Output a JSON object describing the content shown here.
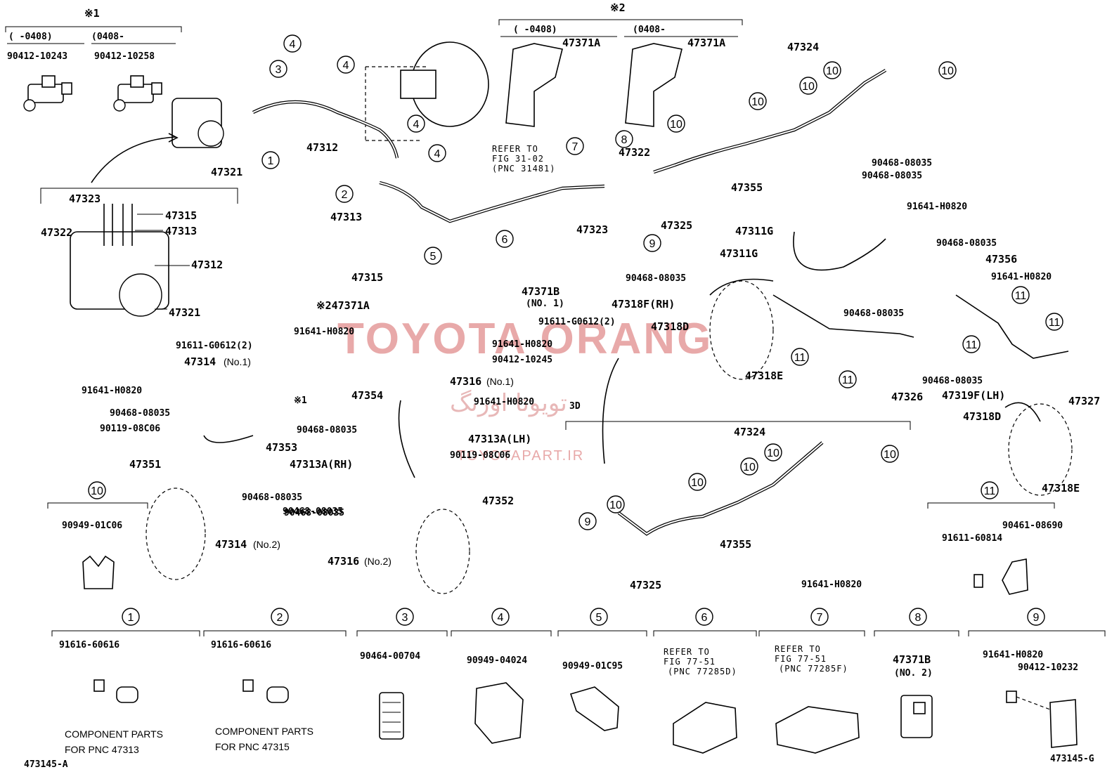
{
  "header": {
    "note1": "※1",
    "note1_range_a": "( -0408)",
    "note1_range_b": "(0408-",
    "note1_part_a": "90412-10243",
    "note1_part_b": "90412-10258",
    "note2": "※2",
    "note2_range_a": "( -0408)",
    "note2_range_b": "(0408-",
    "note2_part_a": "47371A",
    "note2_part_b": "47371A"
  },
  "watermark": {
    "brand": "TOYOTA ORANG",
    "site": "TOYOTAPART.IR",
    "persian": "تویوتا اورنگ"
  },
  "labels": {
    "p47323": "47323",
    "p47322": "47322",
    "p47315": "47315",
    "p47313": "47313",
    "p47312": "47312",
    "p47321": "47321",
    "p47312b": "47312",
    "p47321b": "47321",
    "p47313b": "47313",
    "p47315b": "47315",
    "refer_a": "REFER TO",
    "refer_b": "FIG 31-02",
    "refer_c": "(PNC 31481)",
    "p47322b": "47322",
    "p47323b": "47323",
    "p47325": "47325",
    "p47324": "47324",
    "p90468a": "90468-08035",
    "p90468b": "90468-08035",
    "p47355": "47355",
    "p91641a": "91641-H0820",
    "p47311g_a": "47311G",
    "p47311g_b": "47311G",
    "p90468c": "90468-08035",
    "p47356": "47356",
    "p90468d": "90468-08035",
    "p91641b": "91641-H0820",
    "p47318f_rh": "47318F(RH)",
    "p47318d": "47318D",
    "p47318e": "47318E",
    "p90468e": "90468-08035",
    "p47326": "47326",
    "p47319f_lh": "47319F(LH)",
    "p47327": "47327",
    "p47318d_b": "47318D",
    "p47318e_b": "47318E",
    "p47371b": "47371B",
    "p47371b_no": "(NO. 1)",
    "p91611a": "91611-G0612(2)",
    "p91641c": "91641-H0820",
    "p90412": "90412-10245",
    "p47371a_note": "※247371A",
    "p91611b": "91611-G0612(2)",
    "p91641d": "91641-H0820",
    "p47314": "47314",
    "p47314_no1": "(No.1)",
    "note1_small": "※1",
    "p91641e": "91641-H0820",
    "p90468f": "90468-08035",
    "p90119a": "90119-08C06",
    "p47353": "47353",
    "p47351": "47351",
    "p47313a_rh": "47313A(RH)",
    "p90468g": "90468-08035",
    "p90468h": "90468-08035",
    "p47314_b": "47314",
    "p47314_no2": "(No.2)",
    "p47316": "47316",
    "p47316_no1": "(No.1)",
    "p47354": "47354",
    "p91641f": "91641-H0820",
    "p90468i": "90468-08035",
    "p47313a_lh": "47313A(LH)",
    "p90119b": "90119-08C06",
    "p47352": "47352",
    "p90468j": "90468-08035",
    "p47316_b": "47316",
    "p47316_no2": "(No.2)",
    "view_3d": "3D",
    "p47324b": "47324",
    "p47355b": "47355",
    "p47325b": "47325",
    "p91641g": "91641-H0820"
  },
  "legend_top": {
    "c10": {
      "num": "10",
      "part": "90949-01C06"
    },
    "c11": {
      "num": "11",
      "part_a": "90461-08690",
      "part_b": "91611-60814"
    }
  },
  "legend_bottom": [
    {
      "num": "1",
      "part": "91616-60616",
      "note_a": "COMPONENT PARTS",
      "note_b": "FOR PNC 47313"
    },
    {
      "num": "2",
      "part": "91616-60616",
      "note_a": "COMPONENT PARTS",
      "note_b": "FOR PNC 47315"
    },
    {
      "num": "3",
      "part": "90464-00704"
    },
    {
      "num": "4",
      "part": "90949-04024"
    },
    {
      "num": "5",
      "part": "90949-01C95"
    },
    {
      "num": "6",
      "ref_a": "REFER TO",
      "ref_b": "FIG 77-51",
      "ref_c": "(PNC 77285D)"
    },
    {
      "num": "7",
      "ref_a": "REFER TO",
      "ref_b": "FIG 77-51",
      "ref_c": "(PNC 77285F)"
    },
    {
      "num": "8",
      "part": "47371B",
      "sub": "(NO. 2)"
    },
    {
      "num": "9",
      "part_a": "91641-H0820",
      "part_b": "90412-10232"
    }
  ],
  "footer": {
    "left_code": "473145-A",
    "right_code": "473145-G"
  },
  "callouts": {
    "one": "1",
    "two": "2",
    "three": "3",
    "four": "4",
    "five": "5",
    "six": "6",
    "seven": "7",
    "eight": "8",
    "nine": "9",
    "ten": "10",
    "eleven": "11"
  }
}
